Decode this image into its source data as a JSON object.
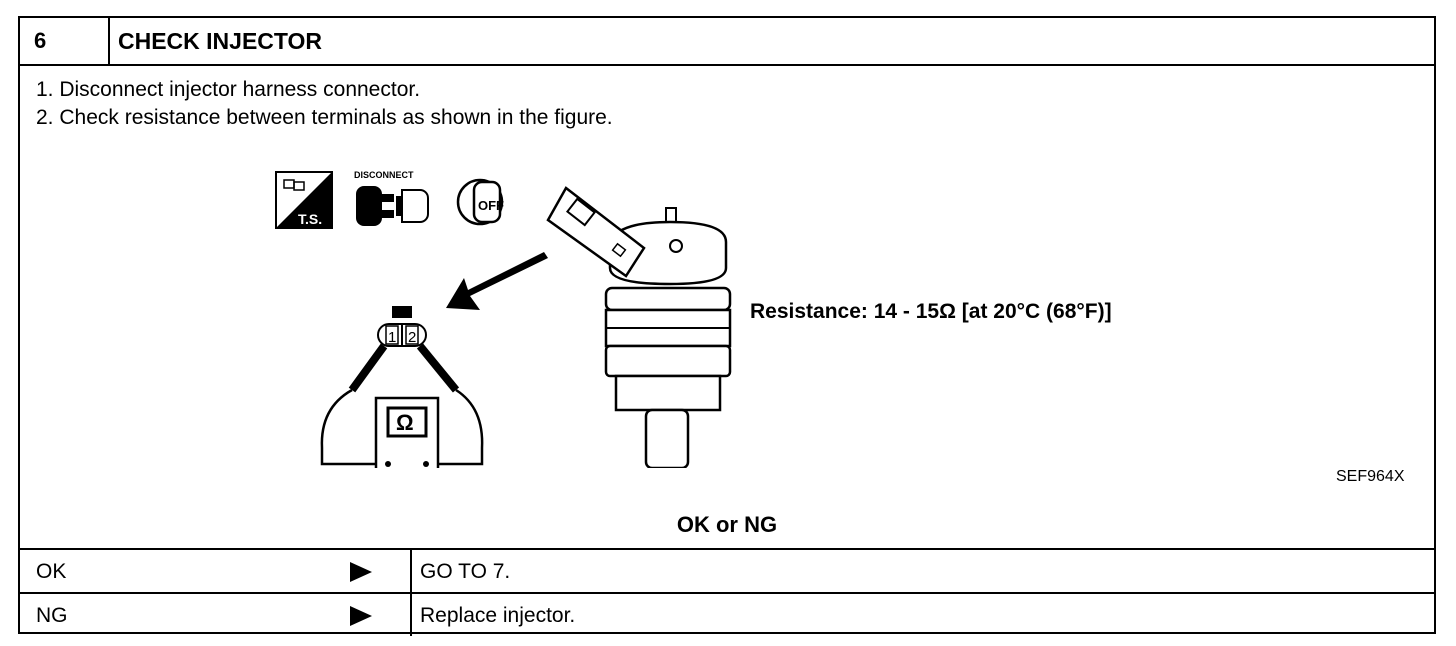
{
  "header": {
    "step": "6",
    "title": "CHECK INJECTOR"
  },
  "steps": [
    "1.  Disconnect injector harness connector.",
    "2.  Check resistance between terminals as shown in the figure."
  ],
  "figure": {
    "icon_ts_label": "T.S.",
    "icon_disconnect_label": "DISCONNECT",
    "icon_key_label": "OFF",
    "connector_terminals": [
      "1",
      "2"
    ],
    "meter_symbol": "Ω",
    "resistance_spec": "Resistance: 14 - 15Ω  [at 20°C (68°F)]",
    "figure_code": "SEF964X"
  },
  "result_heading": "OK or NG",
  "results": [
    {
      "condition": "OK",
      "action": "GO TO 7."
    },
    {
      "condition": "NG",
      "action": "Replace injector."
    }
  ]
}
